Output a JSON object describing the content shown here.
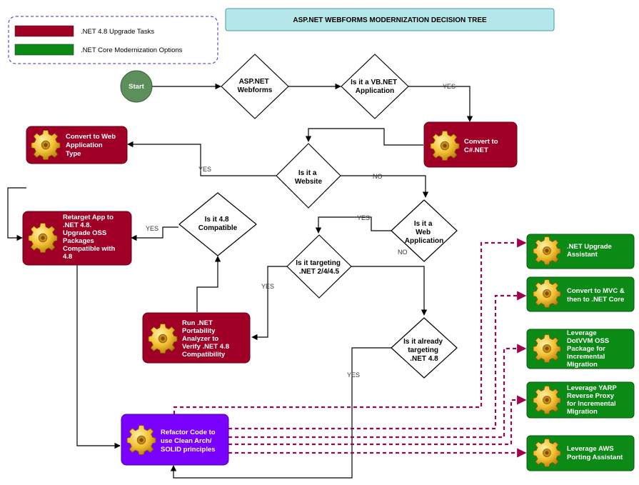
{
  "title": "ASP.NET WEBFORMS MODERNIZATION DECISION TREE",
  "legend": {
    "upgrade": ".NET 4.8 Upgrade Tasks",
    "core": ".NET Core Modernization Options"
  },
  "colors": {
    "upgrade": "#a00026",
    "core": "#0b8a16",
    "refactor": "#7a00ff",
    "start": "#5c8f5c",
    "title_fill": "#b4e6ea",
    "dashed": "#a0004c"
  },
  "icon": "gear-icon",
  "nodes": {
    "start": "Start",
    "aspnet": [
      "ASP.NET",
      "Webforms"
    ],
    "vbnet": [
      "Is it a VB.NET",
      "Application"
    ],
    "convert_cs": [
      "Convert to",
      "C#.NET"
    ],
    "website": [
      "Is it a",
      "Website"
    ],
    "convert_web": [
      "Convert to Web",
      "Application",
      "Type"
    ],
    "webapp": [
      "Is it a",
      "Web",
      "Application"
    ],
    "compatible": [
      "Is it 4.8",
      "Compatible"
    ],
    "retarget": [
      "Retarget App to",
      ".NET 4.8.",
      "Upgrade OSS",
      "Packages",
      "Compatible with",
      "4.8"
    ],
    "targeting": [
      "Is it targeting",
      ".NET 2/4/4.5"
    ],
    "portability": [
      "Run .NET",
      "Portability",
      "Analyzer to",
      "Verify .NET 4.8",
      "Compatibility"
    ],
    "already48": [
      "Is it already",
      "targeting",
      ".NET 4.8"
    ],
    "refactor": [
      "Refactor Code to",
      "use Clean Arch/",
      "SOLID principles"
    ],
    "upgrade_assistant": [
      ".NET Upgrade",
      "Assistant"
    ],
    "mvc": [
      "Convert to MVC &",
      "then to .NET Core"
    ],
    "dotvvm": [
      "Leverage",
      "DotVVM OSS",
      "Package for",
      "Incremental",
      "Migration"
    ],
    "yarp": [
      "Leverage YARP",
      "Reverse Proxy",
      "for Incremental",
      "Migration"
    ],
    "aws": [
      "Leverage AWS",
      "Porting Assistant"
    ]
  },
  "edge_labels": {
    "vb_yes": "YES",
    "website_yes": "YES",
    "website_no": "NO",
    "compat_yes": "YES",
    "webapp_yes": "YES",
    "webapp_no": "NO",
    "target_yes": "YES",
    "already_yes": "YES"
  }
}
